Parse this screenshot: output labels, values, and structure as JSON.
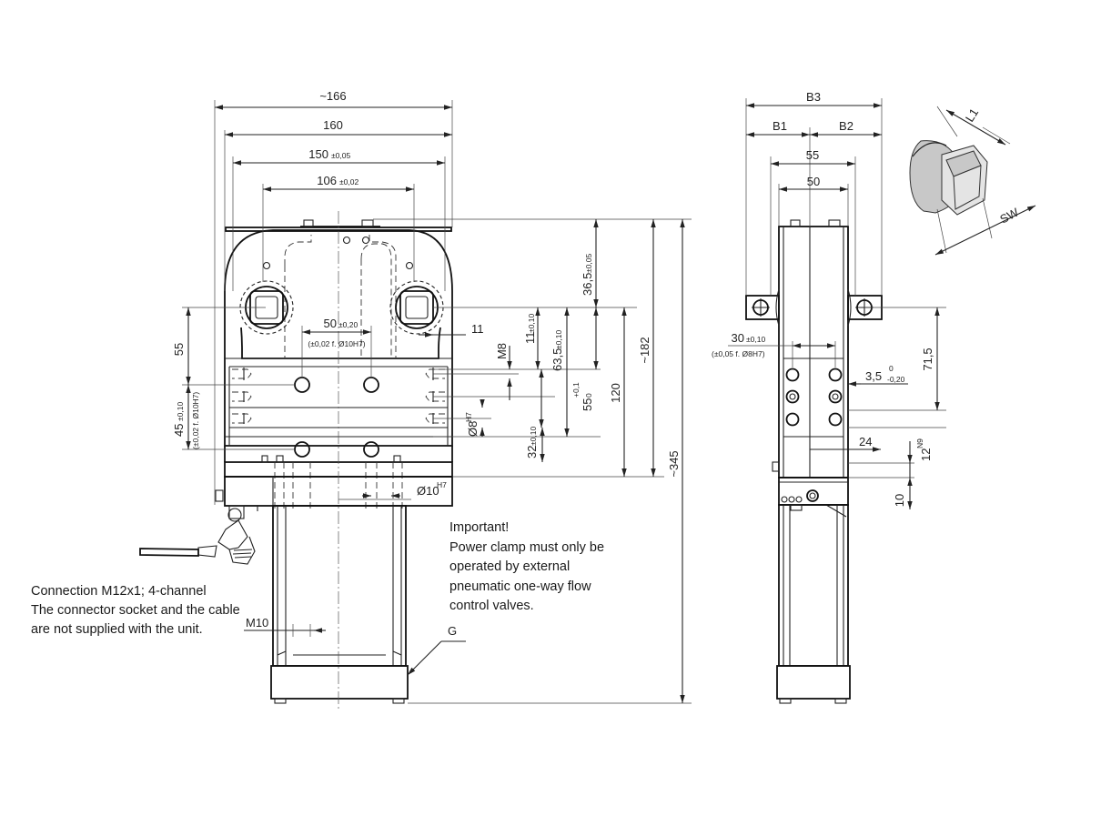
{
  "front": {
    "dim_166": "~166",
    "dim_160": "160",
    "dim_150": "150",
    "dim_150_tol": "±0,05",
    "dim_106": "106",
    "dim_106_tol": "±0,02",
    "dim_50": "50",
    "dim_50_tol": "±0,20",
    "dim_50_sub": "(±0,02 f. Ø10H7)",
    "dim_55": "55",
    "dim_45": "45",
    "dim_45_tol": "±0,10",
    "dim_45_sub": "(±0,02 f. Ø10H7)",
    "dim_11": "11",
    "dim_m8": "M8",
    "dim_11b": "11",
    "dim_11b_tol": "±0,10",
    "dim_63": "63,5",
    "dim_63_tol": "±0,10",
    "dim_55b": "55",
    "dim_55b_tol_up": "+0,1",
    "dim_55b_tol_lo": "0",
    "dim_phi8": "Ø8",
    "dim_phi8_tol": "H7",
    "dim_32": "32",
    "dim_32_tol": "±0,10",
    "dim_36": "36,5",
    "dim_36_tol": "±0,05",
    "dim_120": "120",
    "dim_182": "~182",
    "dim_345": "~345",
    "dim_phi10": "Ø10",
    "dim_phi10_tol": "H7",
    "dim_m10": "M10",
    "dim_g": "G"
  },
  "side": {
    "dim_b3": "B3",
    "dim_b1": "B1",
    "dim_b2": "B2",
    "dim_55": "55",
    "dim_50": "50",
    "dim_30": "30",
    "dim_30_tol": "±0,10",
    "dim_30_sub": "(±0,05 f. Ø8H7)",
    "dim_3_5": "3,5",
    "dim_3_5_up": "0",
    "dim_3_5_lo": "-0,20",
    "dim_71_5": "71,5",
    "dim_24": "24",
    "dim_12": "12",
    "dim_12_tol": "N9",
    "dim_10": "10"
  },
  "detail": {
    "dim_l1": "L1",
    "dim_sw": "SW"
  },
  "notes": {
    "connection_line1": "Connection M12x1; 4-channel",
    "connection_line2": "The connector socket and the cable",
    "connection_line3": "are not supplied with the unit.",
    "important_title": "Important!",
    "important_line1": "Power clamp must only be",
    "important_line2": "operated by external",
    "important_line3": "pneumatic one-way flow",
    "important_line4": "control valves."
  }
}
